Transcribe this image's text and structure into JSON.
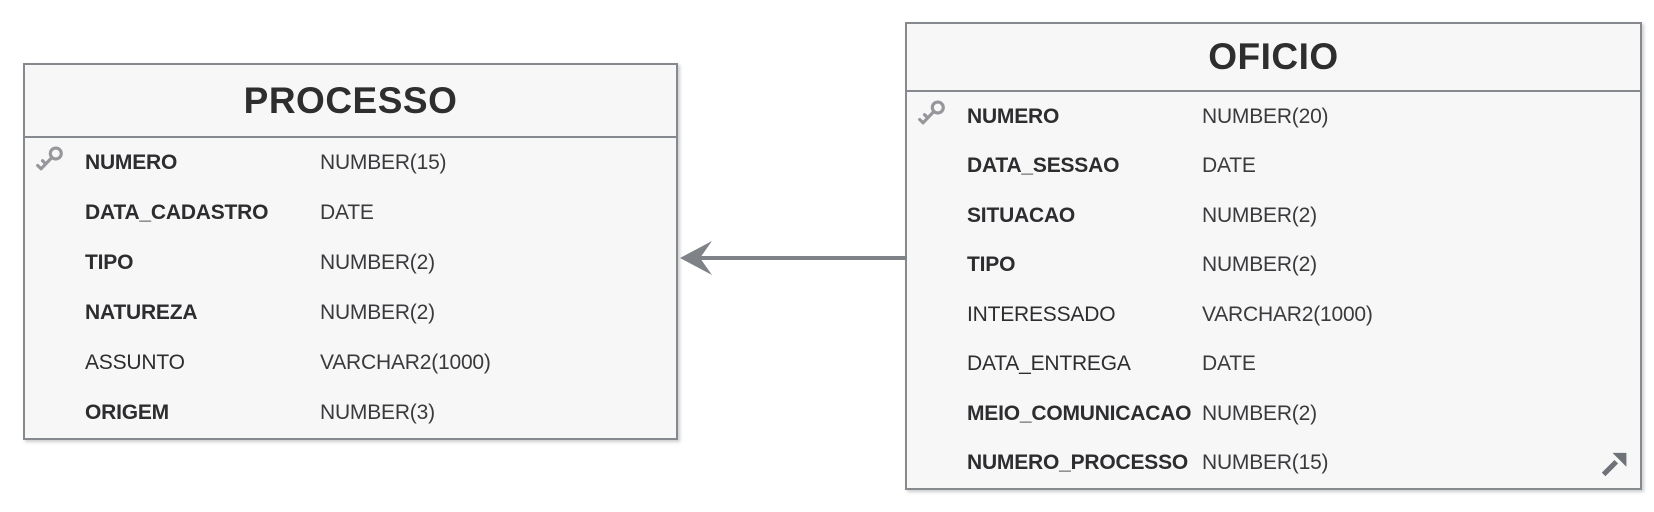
{
  "diagram": {
    "type": "entity-relationship",
    "tables": [
      {
        "id": "processo",
        "name": "PROCESSO",
        "columns": [
          {
            "name": "NUMERO",
            "type": "NUMBER(15)",
            "bold": true,
            "primary_key": true,
            "foreign_key": false
          },
          {
            "name": "DATA_CADASTRO",
            "type": "DATE",
            "bold": true,
            "primary_key": false,
            "foreign_key": false
          },
          {
            "name": "TIPO",
            "type": "NUMBER(2)",
            "bold": true,
            "primary_key": false,
            "foreign_key": false
          },
          {
            "name": "NATUREZA",
            "type": "NUMBER(2)",
            "bold": true,
            "primary_key": false,
            "foreign_key": false
          },
          {
            "name": "ASSUNTO",
            "type": "VARCHAR2(1000)",
            "bold": false,
            "primary_key": false,
            "foreign_key": false
          },
          {
            "name": "ORIGEM",
            "type": "NUMBER(3)",
            "bold": true,
            "primary_key": false,
            "foreign_key": false
          }
        ]
      },
      {
        "id": "oficio",
        "name": "OFICIO",
        "columns": [
          {
            "name": "NUMERO",
            "type": "NUMBER(20)",
            "bold": true,
            "primary_key": true,
            "foreign_key": false
          },
          {
            "name": "DATA_SESSAO",
            "type": "DATE",
            "bold": true,
            "primary_key": false,
            "foreign_key": false
          },
          {
            "name": "SITUACAO",
            "type": "NUMBER(2)",
            "bold": true,
            "primary_key": false,
            "foreign_key": false
          },
          {
            "name": "TIPO",
            "type": "NUMBER(2)",
            "bold": true,
            "primary_key": false,
            "foreign_key": false
          },
          {
            "name": "INTERESSADO",
            "type": "VARCHAR2(1000)",
            "bold": false,
            "primary_key": false,
            "foreign_key": false
          },
          {
            "name": "DATA_ENTREGA",
            "type": "DATE",
            "bold": false,
            "primary_key": false,
            "foreign_key": false
          },
          {
            "name": "MEIO_COMUNICACAO",
            "type": "NUMBER(2)",
            "bold": true,
            "primary_key": false,
            "foreign_key": false
          },
          {
            "name": "NUMERO_PROCESSO",
            "type": "NUMBER(15)",
            "bold": true,
            "primary_key": false,
            "foreign_key": true
          }
        ]
      }
    ],
    "relationship": {
      "from_table": "OFICIO",
      "to_table": "PROCESSO",
      "arrow_points_to": "PROCESSO"
    },
    "colors": {
      "background": "#ffffff",
      "entity_fill": "#f7f7f8",
      "entity_border": "#86898e",
      "title_text": "#2e2e2e",
      "attribute_text": "#2d2d30",
      "type_text": "#3a3a3d",
      "key_icon": "#97979b",
      "fk_icon": "#6f7276",
      "arrow": "#7f8287"
    }
  }
}
